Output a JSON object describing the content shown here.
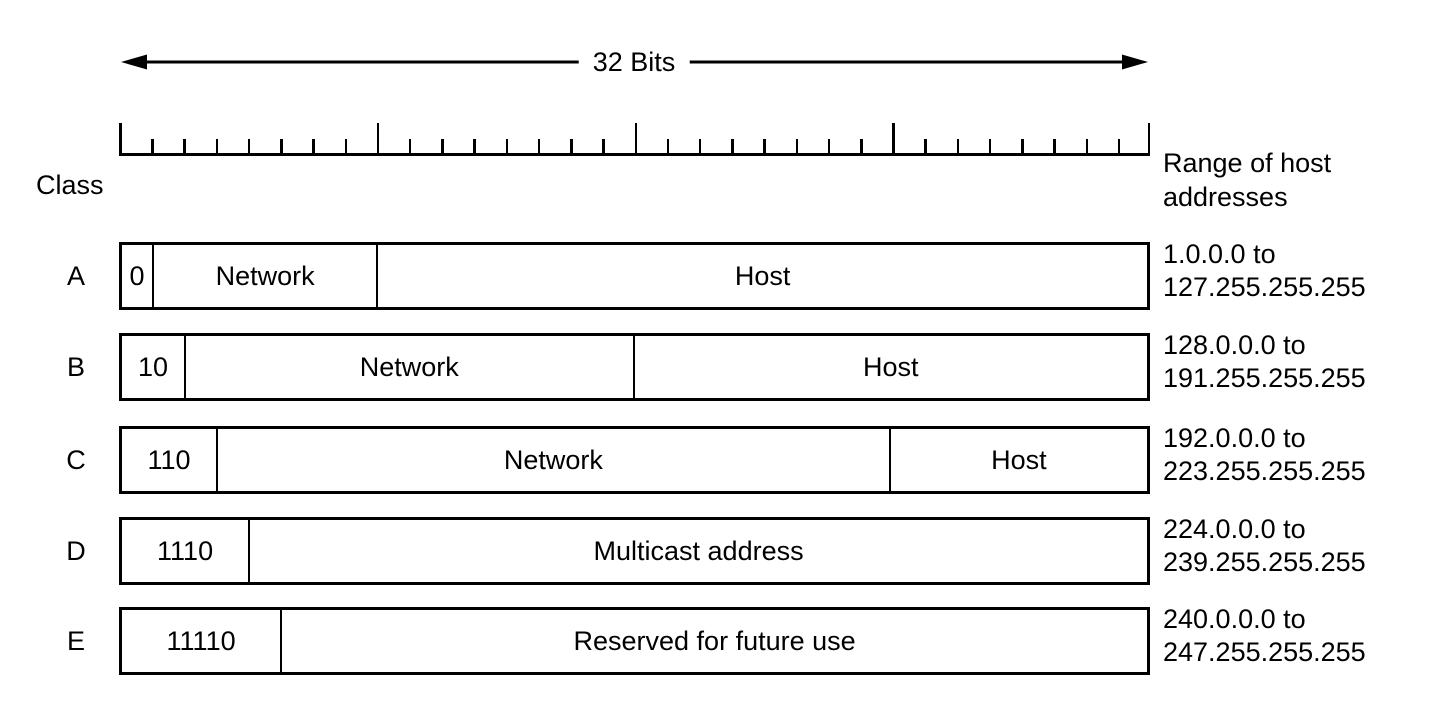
{
  "header": {
    "bits_label": "32 Bits",
    "class_label": "Class",
    "range_label": "Range of host addresses"
  },
  "ruler": {
    "total_bits": 32,
    "major_every": 8
  },
  "rows": [
    {
      "class_letter": "A",
      "prefix": "0",
      "prefix_bits": 1,
      "segments": [
        {
          "label": "Network",
          "bits": 7
        },
        {
          "label": "Host",
          "bits": 24
        }
      ],
      "range": [
        "1.0.0.0 to",
        "127.255.255.255"
      ]
    },
    {
      "class_letter": "B",
      "prefix": "10",
      "prefix_bits": 2,
      "segments": [
        {
          "label": "Network",
          "bits": 14
        },
        {
          "label": "Host",
          "bits": 16
        }
      ],
      "range": [
        "128.0.0.0 to",
        "191.255.255.255"
      ]
    },
    {
      "class_letter": "C",
      "prefix": "110",
      "prefix_bits": 3,
      "segments": [
        {
          "label": "Network",
          "bits": 21
        },
        {
          "label": "Host",
          "bits": 8
        }
      ],
      "range": [
        "192.0.0.0 to",
        "223.255.255.255"
      ]
    },
    {
      "class_letter": "D",
      "prefix": "1110",
      "prefix_bits": 4,
      "segments": [
        {
          "label": "Multicast address",
          "bits": 28
        }
      ],
      "range": [
        "224.0.0.0 to",
        "239.255.255.255"
      ]
    },
    {
      "class_letter": "E",
      "prefix": "11110",
      "prefix_bits": 5,
      "segments": [
        {
          "label": "Reserved for future use",
          "bits": 27
        }
      ],
      "range": [
        "240.0.0.0 to",
        "247.255.255.255"
      ]
    }
  ],
  "colors": {
    "foreground": "#000000",
    "background": "#ffffff"
  }
}
